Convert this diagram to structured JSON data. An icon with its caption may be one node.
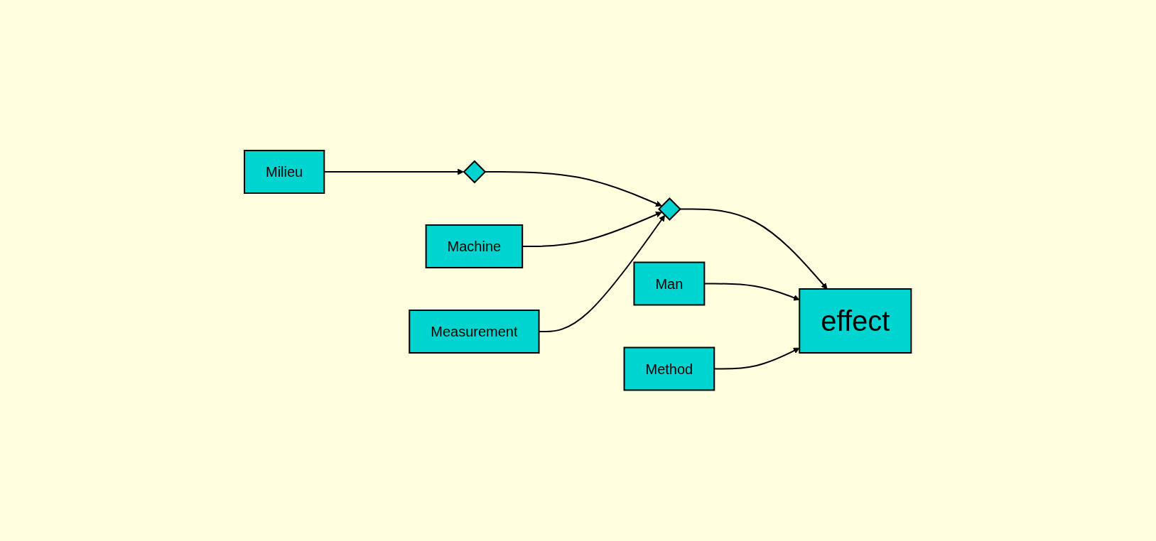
{
  "diagram": {
    "nodes": [
      {
        "text": [
          "Machine"
        ]
      },
      {
        "text": [
          "Man"
        ]
      },
      {
        "text": [],
        "shape": "diamond"
      },
      {
        "text": [],
        "shape": "diamond"
      },
      {
        "text": [
          "effect"
        ]
      },
      {
        "text": [
          "Milieu"
        ]
      },
      {
        "text": [
          "Measurement"
        ]
      },
      {
        "text": [
          "Method"
        ]
      }
    ],
    "edges": [
      {
        "from": 5,
        "to": 2,
        "arrow": "to"
      },
      {
        "from": 2,
        "to": 3,
        "arrow": "to"
      },
      {
        "from": 0,
        "to": 3,
        "arrow": "to"
      },
      {
        "from": 6,
        "to": 3,
        "arrow": "to"
      },
      {
        "from": 3,
        "to": 4,
        "arrow": "to"
      },
      {
        "from": 1,
        "to": 4,
        "arrow": "to"
      },
      {
        "from": 7,
        "to": 4,
        "arrow": "to"
      }
    ]
  }
}
